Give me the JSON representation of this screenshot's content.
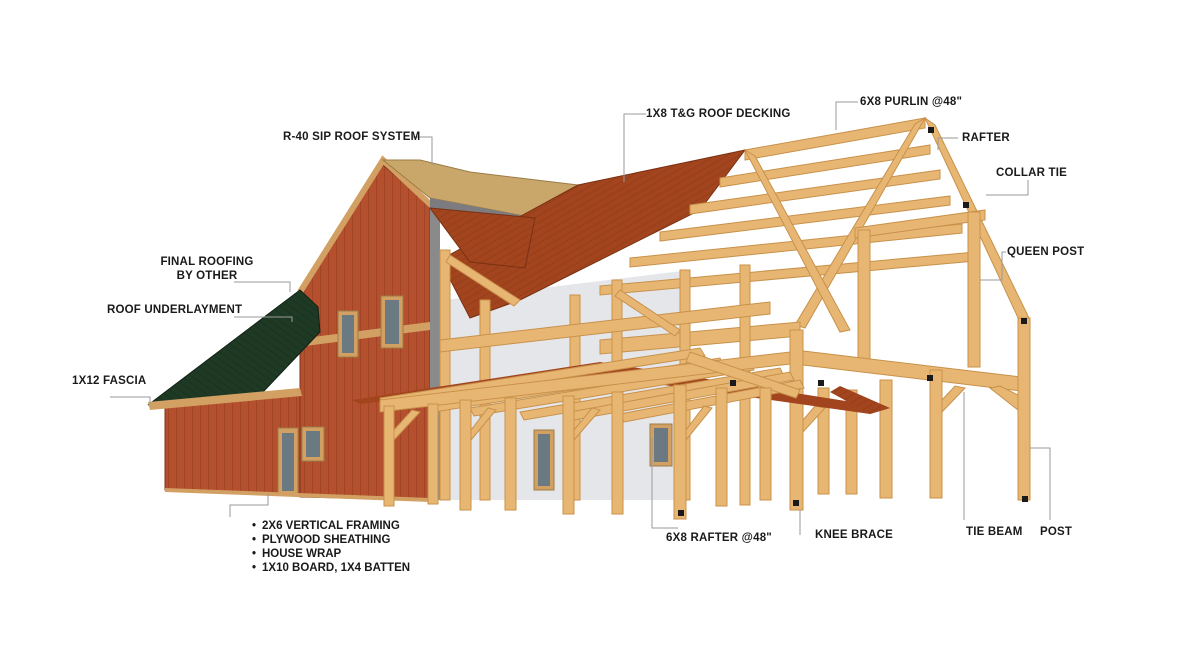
{
  "labels": {
    "roof_system": "R-40 SIP ROOF SYSTEM",
    "roof_decking": "1X8 T&G ROOF DECKING",
    "purlin": "6X8 PURLIN @48\"",
    "rafter": "RAFTER",
    "collar_tie": "COLLAR TIE",
    "queen_post": "QUEEN POST",
    "final_roofing_line1": "FINAL ROOFING",
    "final_roofing_line2": "BY OTHER",
    "roof_underlayment": "ROOF UNDERLAYMENT",
    "fascia": "1X12 FASCIA",
    "rafter_6x8": "6X8 RAFTER @48\"",
    "knee_brace": "KNEE BRACE",
    "tie_beam": "TIE BEAM",
    "post": "POST"
  },
  "wall_layers": [
    "2X6 VERTICAL FRAMING",
    "PLYWOOD SHEATHING",
    "HOUSE WRAP",
    "1X10 BOARD, 1X4 BATTEN"
  ],
  "bullet_char": "•",
  "colors": {
    "timber": "#E8B673",
    "timber_dark": "#C8914A",
    "siding": "#B5502E",
    "siding_dark": "#8E3A1F",
    "decking": "#A2451F",
    "shingle": "#1F3A24",
    "sip": "#C9A66A",
    "gray": "#8A8A8A",
    "interior_wall": "#E4E6EA",
    "leader": "#9A9A9A"
  }
}
